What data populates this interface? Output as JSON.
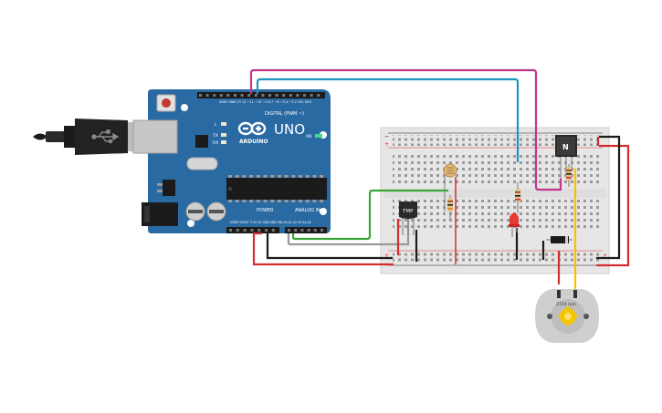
{
  "canvas": {
    "background": "#ffffff"
  },
  "arduino": {
    "logo_text": "UNO",
    "brand_text": "ARDUINO",
    "digital_header_label": "DIGITAL (PWM ~)",
    "power_label": "POWER",
    "analog_label": "ANALOG IN",
    "led_tx_label": "TX",
    "led_rx_label": "RX",
    "led_l_label": "L",
    "on_label": "ON",
    "board_color": "#2a6aa3",
    "components": [
      "usb-b-connector",
      "dc-barrel-jack",
      "reset-button",
      "atmega328-chip",
      "voltage-regulator",
      "capacitors",
      "crystal-oscillator"
    ]
  },
  "usb_cable": {
    "color": "#1b1b1b",
    "icon": "usb-icon"
  },
  "breadboard": {
    "color": "#e9e9e9",
    "rail_positive_color": "#d32f2f",
    "rail_negative_color": "#1b1b1b"
  },
  "components": {
    "temperature_sensor": {
      "label": "TMP",
      "icon": "temperature-sensor-icon"
    },
    "transistor": {
      "label": "N",
      "icon": "npn-transistor-icon"
    },
    "photoresistor": {
      "icon": "photoresistor-icon"
    },
    "led": {
      "color": "#e53935",
      "icon": "led-icon"
    },
    "diode": {
      "icon": "diode-icon"
    },
    "resistors": 3,
    "dc_motor": {
      "label": "3724 rpm",
      "icon": "dc-motor-icon"
    }
  },
  "wires": [
    {
      "id": "magenta",
      "color": "#c2368f"
    },
    {
      "id": "blue",
      "color": "#1e97bf"
    },
    {
      "id": "green",
      "color": "#3aa635"
    },
    {
      "id": "gray",
      "color": "#9a9a9a"
    },
    {
      "id": "red",
      "color": "#d32f2f"
    },
    {
      "id": "black",
      "color": "#1b1b1b"
    },
    {
      "id": "yellow",
      "color": "#f5c400"
    }
  ]
}
